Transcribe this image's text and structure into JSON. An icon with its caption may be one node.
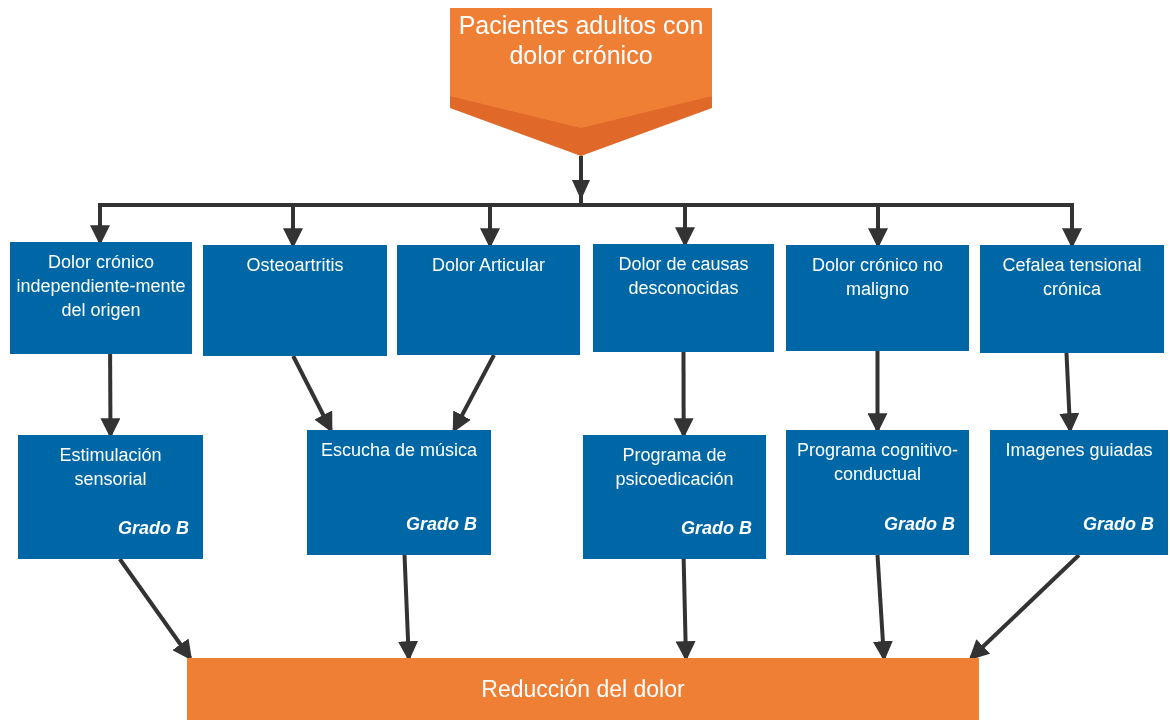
{
  "diagram": {
    "nodes": [
      {
        "text": [
          "Pacientes adultos con dolor crónico"
        ]
      },
      {
        "text": [
          "Dolor crónico independiente-mente del origen"
        ]
      },
      {
        "text": [
          "Osteoartritis"
        ]
      },
      {
        "text": [
          "Dolor Articular"
        ]
      },
      {
        "text": [
          "Dolor de causas desconocidas"
        ]
      },
      {
        "text": [
          "Dolor crónico no maligno"
        ]
      },
      {
        "text": [
          "Cefalea tensional crónica"
        ]
      },
      {
        "text": [
          "Estimulación sensorial",
          "Grado B"
        ]
      },
      {
        "text": [
          "Escucha de música",
          "Grado B"
        ]
      },
      {
        "text": [
          "Programa de psicoedicación",
          "Grado B"
        ]
      },
      {
        "text": [
          "Programa cognitivo-conductual",
          "Grado B"
        ]
      },
      {
        "text": [
          "Imagenes guiadas",
          "Grado B"
        ]
      },
      {
        "text": [
          "Reducción del dolor"
        ]
      }
    ],
    "edges": [
      {
        "from": 0,
        "to": 1,
        "arrow": "to"
      },
      {
        "from": 0,
        "to": 2,
        "arrow": "to"
      },
      {
        "from": 0,
        "to": 3,
        "arrow": "to"
      },
      {
        "from": 0,
        "to": 4,
        "arrow": "to"
      },
      {
        "from": 0,
        "to": 5,
        "arrow": "to"
      },
      {
        "from": 0,
        "to": 6,
        "arrow": "to"
      },
      {
        "from": 1,
        "to": 7,
        "arrow": "to"
      },
      {
        "from": 2,
        "to": 8,
        "arrow": "to"
      },
      {
        "from": 3,
        "to": 8,
        "arrow": "to"
      },
      {
        "from": 4,
        "to": 9,
        "arrow": "to"
      },
      {
        "from": 5,
        "to": 10,
        "arrow": "to"
      },
      {
        "from": 6,
        "to": 11,
        "arrow": "to"
      },
      {
        "from": 7,
        "to": 12,
        "arrow": "to"
      },
      {
        "from": 8,
        "to": 12,
        "arrow": "to"
      },
      {
        "from": 9,
        "to": 12,
        "arrow": "to"
      },
      {
        "from": 10,
        "to": 12,
        "arrow": "to"
      },
      {
        "from": 11,
        "to": 12,
        "arrow": "to"
      }
    ]
  }
}
